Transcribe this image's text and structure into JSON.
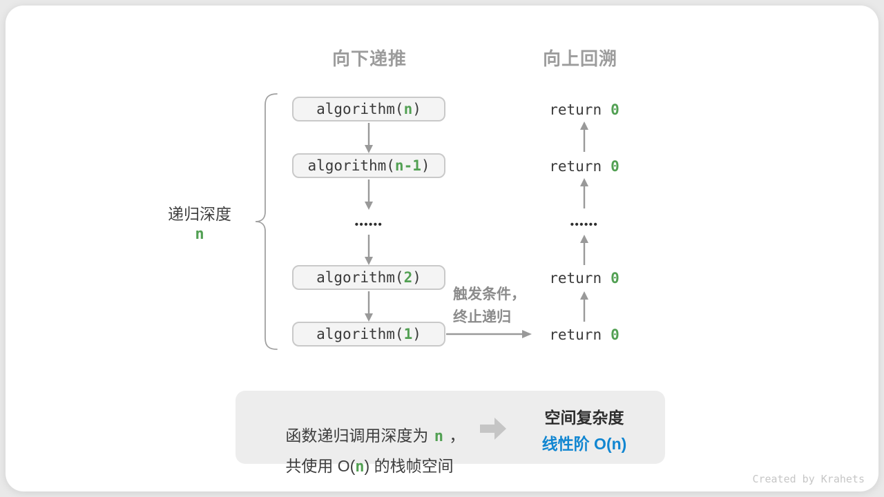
{
  "headers": {
    "downward": "向下递推",
    "upward": "向上回溯"
  },
  "depth_label": {
    "text": "递归深度",
    "value": "n"
  },
  "calls": [
    {
      "prefix": "algorithm(",
      "arg": "n",
      "suffix": ")"
    },
    {
      "prefix": "algorithm(",
      "arg": "n-1",
      "suffix": ")"
    },
    {
      "prefix": "algorithm(",
      "arg": "2",
      "suffix": ")"
    },
    {
      "prefix": "algorithm(",
      "arg": "1",
      "suffix": ")"
    }
  ],
  "ellipsis": "••••••",
  "returns": [
    {
      "keyword": "return",
      "value": "0"
    },
    {
      "keyword": "return",
      "value": "0"
    },
    {
      "keyword": "return",
      "value": "0"
    },
    {
      "keyword": "return",
      "value": "0"
    }
  ],
  "trigger": {
    "line1": "触发条件，",
    "line2": "终止递归"
  },
  "summary": {
    "line1_pre": "函数递归调用深度为",
    "line1_var": "n",
    "line1_post": "，",
    "line2_pre": "共使用 O(",
    "line2_var": "n",
    "line2_post": ") 的栈帧空间",
    "result_title": "空间复杂度",
    "result_value": "线性阶 O(n)"
  },
  "credit": "Created by Krahets",
  "colors": {
    "accent_green": "#52a053",
    "accent_blue": "#1186d1",
    "heading_gray": "#9c9c9c",
    "arrow_gray": "#999999",
    "box_fill": "#f4f4f4",
    "box_border": "#c9c9c9",
    "summary_fill": "#ededed"
  }
}
